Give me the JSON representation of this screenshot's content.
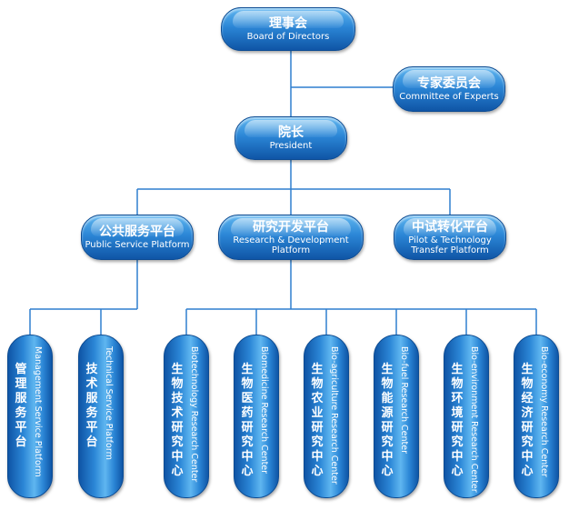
{
  "nodes": {
    "board": {
      "zh": "理事会",
      "en": "Board of Directors"
    },
    "experts": {
      "zh": "专家委员会",
      "en": "Committee of Experts"
    },
    "president": {
      "zh": "院长",
      "en": "President"
    },
    "public": {
      "zh": "公共服务平台",
      "en": "Public Service Platform"
    },
    "rd": {
      "zh": "研究开发平台",
      "en": "Research & Development Platform"
    },
    "pilot": {
      "zh": "中试转化平台",
      "en": "Pilot & Technology",
      "en2": "Transfer Platform"
    }
  },
  "units": [
    {
      "zh": "管理服务平台",
      "en": "Management Service Platform"
    },
    {
      "zh": "技术服务平台",
      "en": "Technical Service Platform"
    },
    {
      "zh": "生物技术研究中心",
      "en": "Biotechnology Research Center"
    },
    {
      "zh": "生物医药研究中心",
      "en": "Biomedicine Research Center"
    },
    {
      "zh": "生物农业研究中心",
      "en": "Bio-agriculture Research Center"
    },
    {
      "zh": "生物能源研究中心",
      "en": "Bio-fuel Research Center"
    },
    {
      "zh": "生物环境研究中心",
      "en": "Bio-environment Research Center"
    },
    {
      "zh": "生物经济研究中心",
      "en": "Bio-economy Research Center"
    }
  ],
  "colors": {
    "connector": "#2f7fcf",
    "pill_dark": "#0f55a6",
    "pill_light": "#5fb6f0"
  }
}
